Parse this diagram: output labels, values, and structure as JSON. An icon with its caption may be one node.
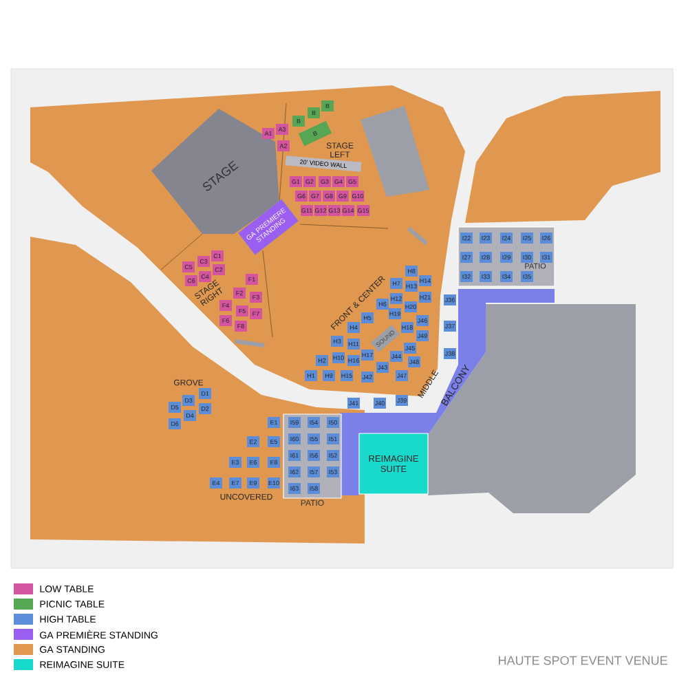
{
  "diagram": {
    "caption": "HAUTE SPOT EVENT VENUE",
    "nodes": [
      {
        "text": [
          "STAGE"
        ]
      },
      {
        "text": [
          "A1"
        ]
      },
      {
        "text": [
          "A3"
        ]
      },
      {
        "text": [
          "A2"
        ]
      },
      {
        "text": [
          "B"
        ]
      },
      {
        "text": [
          "B"
        ]
      },
      {
        "text": [
          "B"
        ]
      },
      {
        "text": [
          "B"
        ]
      },
      {
        "text": [
          "20' VIDEO WALL"
        ]
      },
      {
        "text": [
          "G1"
        ]
      },
      {
        "text": [
          "G2"
        ]
      },
      {
        "text": [
          "G3"
        ]
      },
      {
        "text": [
          "G4"
        ]
      },
      {
        "text": [
          "G5"
        ]
      },
      {
        "text": [
          "G6"
        ]
      },
      {
        "text": [
          "G7"
        ]
      },
      {
        "text": [
          "G8"
        ]
      },
      {
        "text": [
          "G9"
        ]
      },
      {
        "text": [
          "G10"
        ]
      },
      {
        "text": [
          "G11"
        ]
      },
      {
        "text": [
          "G12"
        ]
      },
      {
        "text": [
          "G13"
        ]
      },
      {
        "text": [
          "G14"
        ]
      },
      {
        "text": [
          "G15"
        ]
      },
      {
        "text": [
          "GA PREMIERE STANDING"
        ]
      },
      {
        "text": [
          "C1"
        ]
      },
      {
        "text": [
          "C3"
        ]
      },
      {
        "text": [
          "C2"
        ]
      },
      {
        "text": [
          "C5"
        ]
      },
      {
        "text": [
          "C4"
        ]
      },
      {
        "text": [
          "C6"
        ]
      },
      {
        "text": [
          "F1"
        ]
      },
      {
        "text": [
          "F2"
        ]
      },
      {
        "text": [
          "F3"
        ]
      },
      {
        "text": [
          "F4"
        ]
      },
      {
        "text": [
          "F5"
        ]
      },
      {
        "text": [
          "F7"
        ]
      },
      {
        "text": [
          "F6"
        ]
      },
      {
        "text": [
          "F8"
        ]
      },
      {
        "text": [
          "PATIO"
        ]
      },
      {
        "text": [
          "I22"
        ],
        "in": 39
      },
      {
        "text": [
          "I23"
        ],
        "in": 39
      },
      {
        "text": [
          "I24"
        ],
        "in": 39
      },
      {
        "text": [
          "I25"
        ],
        "in": 39
      },
      {
        "text": [
          "I26"
        ],
        "in": 39
      },
      {
        "text": [
          "I27"
        ],
        "in": 39
      },
      {
        "text": [
          "I28"
        ],
        "in": 39
      },
      {
        "text": [
          "I29"
        ],
        "in": 39
      },
      {
        "text": [
          "I30"
        ],
        "in": 39
      },
      {
        "text": [
          "I31"
        ],
        "in": 39
      },
      {
        "text": [
          "I32"
        ],
        "in": 39
      },
      {
        "text": [
          "I33"
        ],
        "in": 39
      },
      {
        "text": [
          "I34"
        ],
        "in": 39
      },
      {
        "text": [
          "I35"
        ],
        "in": 39
      },
      {
        "text": [
          "H8"
        ]
      },
      {
        "text": [
          "H14"
        ]
      },
      {
        "text": [
          "H7"
        ]
      },
      {
        "text": [
          "H13"
        ]
      },
      {
        "text": [
          "H12"
        ]
      },
      {
        "text": [
          "H21"
        ]
      },
      {
        "text": [
          "H6"
        ]
      },
      {
        "text": [
          "H20"
        ]
      },
      {
        "text": [
          "H19"
        ]
      },
      {
        "text": [
          "H5"
        ]
      },
      {
        "text": [
          "J46"
        ]
      },
      {
        "text": [
          "H4"
        ]
      },
      {
        "text": [
          "SOUND"
        ]
      },
      {
        "text": [
          "H18"
        ]
      },
      {
        "text": [
          "J49"
        ]
      },
      {
        "text": [
          "H3"
        ]
      },
      {
        "text": [
          "H11"
        ]
      },
      {
        "text": [
          "J45"
        ]
      },
      {
        "text": [
          "J48"
        ]
      },
      {
        "text": [
          "H17"
        ]
      },
      {
        "text": [
          "J44"
        ]
      },
      {
        "text": [
          "H2"
        ]
      },
      {
        "text": [
          "H10"
        ]
      },
      {
        "text": [
          "H16"
        ]
      },
      {
        "text": [
          "J43"
        ]
      },
      {
        "text": [
          "H1"
        ]
      },
      {
        "text": [
          "H9"
        ]
      },
      {
        "text": [
          "H15"
        ]
      },
      {
        "text": [
          "J42"
        ]
      },
      {
        "text": [
          "J47"
        ]
      },
      {
        "text": [
          "J36"
        ]
      },
      {
        "text": [
          "J37"
        ]
      },
      {
        "text": [
          "J38"
        ]
      },
      {
        "text": [
          "J41"
        ]
      },
      {
        "text": [
          "J40"
        ]
      },
      {
        "text": [
          "J39"
        ]
      },
      {
        "text": [
          "BALCONY"
        ]
      },
      {
        "text": [
          "REIMAGINE SUITE"
        ]
      },
      {
        "text": [
          "D1"
        ]
      },
      {
        "text": [
          "D3"
        ]
      },
      {
        "text": [
          "D2"
        ]
      },
      {
        "text": [
          "D5"
        ]
      },
      {
        "text": [
          "D4"
        ]
      },
      {
        "text": [
          "D6"
        ]
      },
      {
        "text": [
          "E1"
        ]
      },
      {
        "text": [
          "E2"
        ]
      },
      {
        "text": [
          "E5"
        ]
      },
      {
        "text": [
          "E3"
        ]
      },
      {
        "text": [
          "E6"
        ]
      },
      {
        "text": [
          "E8"
        ]
      },
      {
        "text": [
          "E4"
        ]
      },
      {
        "text": [
          "E7"
        ]
      },
      {
        "text": [
          "E9"
        ]
      },
      {
        "text": [
          "E10"
        ]
      },
      {
        "text": [
          "PATIO"
        ]
      },
      {
        "text": [
          "I59"
        ],
        "in": 108
      },
      {
        "text": [
          "I54"
        ],
        "in": 108
      },
      {
        "text": [
          "I50"
        ],
        "in": 108
      },
      {
        "text": [
          "I60"
        ],
        "in": 108
      },
      {
        "text": [
          "I55"
        ],
        "in": 108
      },
      {
        "text": [
          "I51"
        ],
        "in": 108
      },
      {
        "text": [
          "I61"
        ],
        "in": 108
      },
      {
        "text": [
          "I56"
        ],
        "in": 108
      },
      {
        "text": [
          "I52"
        ],
        "in": 108
      },
      {
        "text": [
          "I62"
        ],
        "in": 108
      },
      {
        "text": [
          "I57"
        ],
        "in": 108
      },
      {
        "text": [
          "I53"
        ],
        "in": 108
      },
      {
        "text": [
          "I63"
        ],
        "in": 108
      },
      {
        "text": [
          "I58"
        ],
        "in": 108
      }
    ],
    "labels": [
      "STAGE LEFT",
      "STAGE RIGHT",
      "FRONT & CENTER",
      "MIDDLE",
      "GROVE",
      "UNCOVERED"
    ],
    "legend": [
      {
        "text": "LOW TABLE",
        "color": "#d4549f"
      },
      {
        "text": "PICNIC TABLE",
        "color": "#56a656"
      },
      {
        "text": "HIGH TABLE",
        "color": "#5b8dd9"
      },
      {
        "text": "GA PREMIÈRE STANDING",
        "color": "#9a5ef0"
      },
      {
        "text": "GA STANDING",
        "color": "#e0974f"
      },
      {
        "text": "REIMAGINE SUITE",
        "color": "#19d8cc"
      }
    ]
  }
}
